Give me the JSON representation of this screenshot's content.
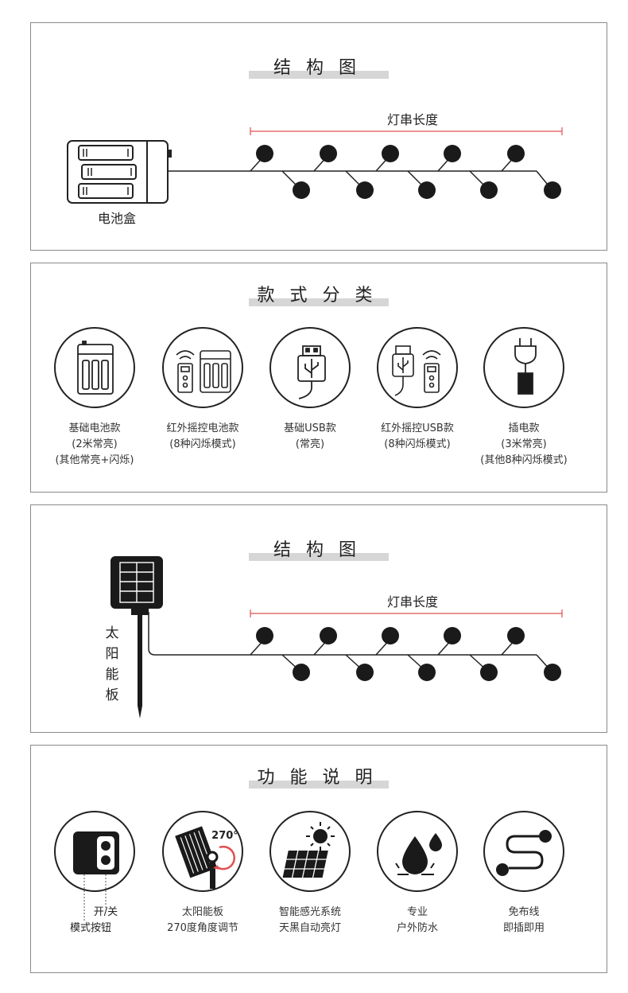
{
  "section1": {
    "title": "结 构 图",
    "length_label": "灯串长度",
    "battery_label": "电池盒"
  },
  "section2": {
    "title": "款 式 分 类",
    "items": [
      {
        "icon": "battery-box-icon",
        "line1": "基础电池款",
        "line2": "(2米常亮)",
        "line3": "(其他常亮+闪烁)"
      },
      {
        "icon": "remote-battery-icon",
        "line1": "红外摇控电池款",
        "line2": "(8种闪烁模式)",
        "line3": ""
      },
      {
        "icon": "usb-icon",
        "line1": "基础USB款",
        "line2": "(常亮)",
        "line3": ""
      },
      {
        "icon": "remote-usb-icon",
        "line1": "红外摇控USB款",
        "line2": "(8种闪烁模式)",
        "line3": ""
      },
      {
        "icon": "plug-icon",
        "line1": "插电款",
        "line2": "(3米常亮)",
        "line3": "(其他8种闪烁模式)"
      }
    ]
  },
  "section3": {
    "title": "结 构 图",
    "length_label": "灯串长度",
    "solar_label_chars": [
      "太",
      "阳",
      "能",
      "板"
    ]
  },
  "section4": {
    "title": "功 能 说 明",
    "angle_label": "270°",
    "switch_label": "开/关",
    "mode_label": "模式按钮",
    "items": [
      {
        "icon": "switch-box-icon",
        "line1": "",
        "line2": ""
      },
      {
        "icon": "solar-rotate-icon",
        "line1": "太阳能板",
        "line2": "270度角度调节"
      },
      {
        "icon": "sun-panel-icon",
        "line1": "智能感光系统",
        "line2": "天黑自动亮灯"
      },
      {
        "icon": "water-drop-icon",
        "line1": "专业",
        "line2": "户外防水"
      },
      {
        "icon": "wire-free-icon",
        "line1": "免布线",
        "line2": "即插即用"
      }
    ]
  },
  "colors": {
    "accent_line": "#e05050",
    "ink": "#222222",
    "title_bar": "#d6d6d6"
  }
}
